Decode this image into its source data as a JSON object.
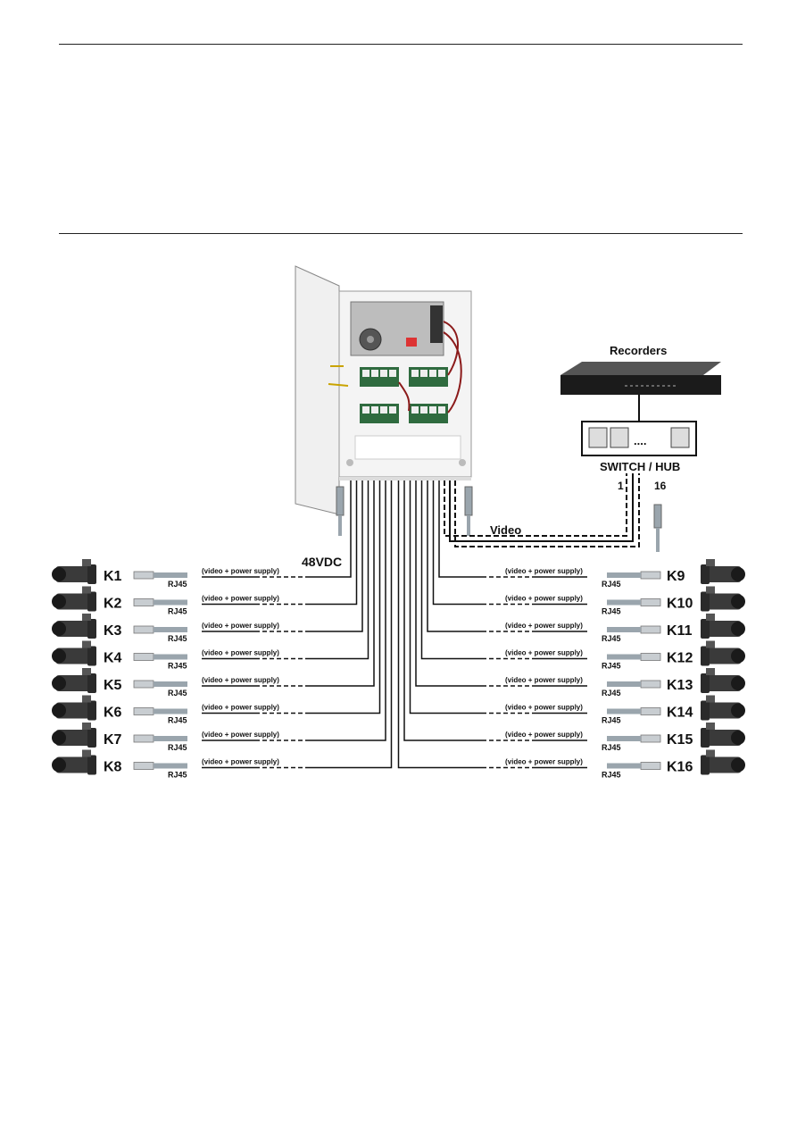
{
  "diagram": {
    "box_label_power": "48VDC",
    "video_label": "Video",
    "recorders_label": "Recorders",
    "switch_label": "SWITCH / HUB",
    "switch_port_first": "1",
    "switch_port_last": "16",
    "switch_dots": "....",
    "cable_text": "(video + power supply)",
    "connector_text": "RJ45",
    "left_cameras": [
      "K1",
      "K2",
      "K3",
      "K4",
      "K5",
      "K6",
      "K7",
      "K8"
    ],
    "right_cameras": [
      "K9",
      "K10",
      "K11",
      "K12",
      "K13",
      "K14",
      "K15",
      "K16"
    ]
  }
}
